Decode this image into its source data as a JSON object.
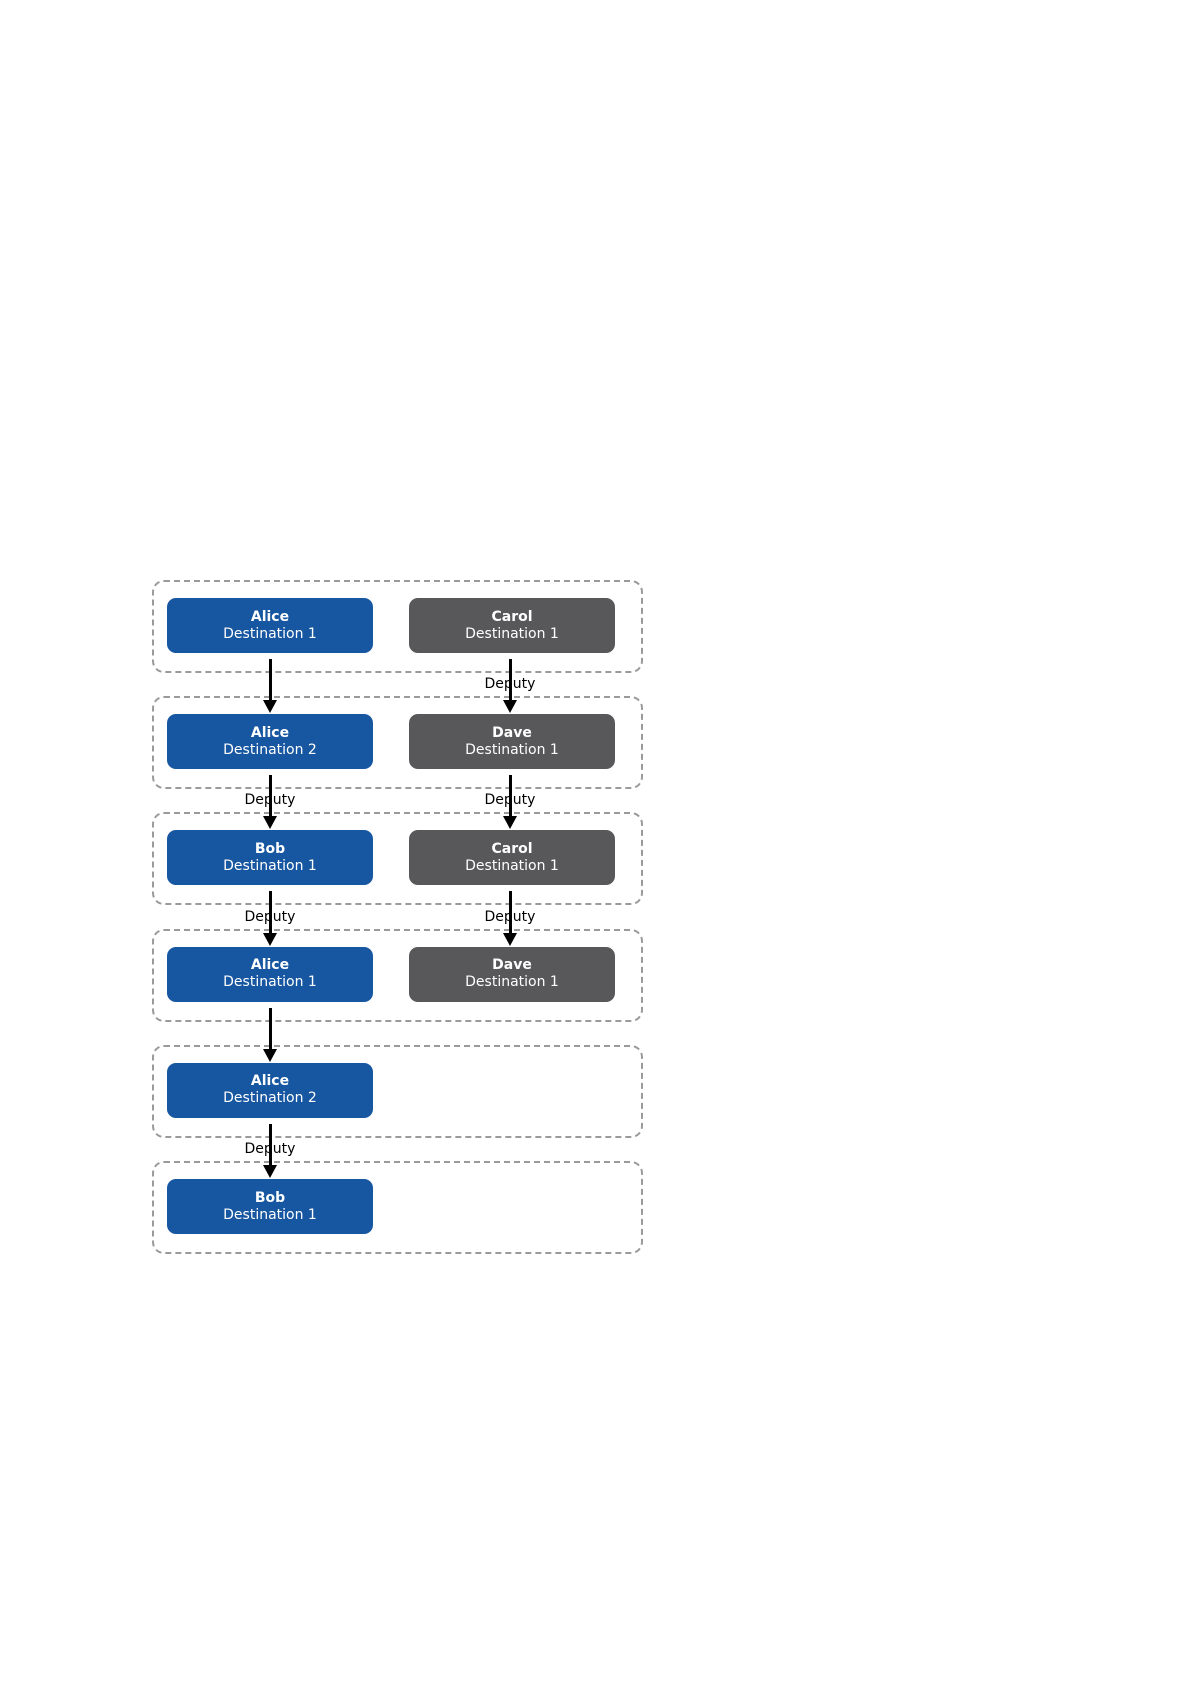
{
  "colors": {
    "primary": "#1756a0",
    "secondary": "#58585a"
  },
  "rows": [
    {
      "left": {
        "name": "Alice",
        "dest": "Destination 1"
      },
      "right": {
        "name": "Carol",
        "dest": "Destination 1"
      }
    },
    {
      "left": {
        "name": "Alice",
        "dest": "Destination 2"
      },
      "right": {
        "name": "Dave",
        "dest": "Destination 1"
      }
    },
    {
      "left": {
        "name": "Bob",
        "dest": "Destination 1"
      },
      "right": {
        "name": "Carol",
        "dest": "Destination 1"
      }
    },
    {
      "left": {
        "name": "Alice",
        "dest": "Destination 1"
      },
      "right": {
        "name": "Dave",
        "dest": "Destination 1"
      }
    },
    {
      "left": {
        "name": "Alice",
        "dest": "Destination 2"
      }
    },
    {
      "left": {
        "name": "Bob",
        "dest": "Destination 1"
      }
    }
  ],
  "transitions": [
    {
      "left": "",
      "right": "Deputy"
    },
    {
      "left": "Deputy",
      "right": "Deputy"
    },
    {
      "left": "Deputy",
      "right": "Deputy"
    },
    {
      "left": ""
    },
    {
      "left": "Deputy"
    }
  ]
}
